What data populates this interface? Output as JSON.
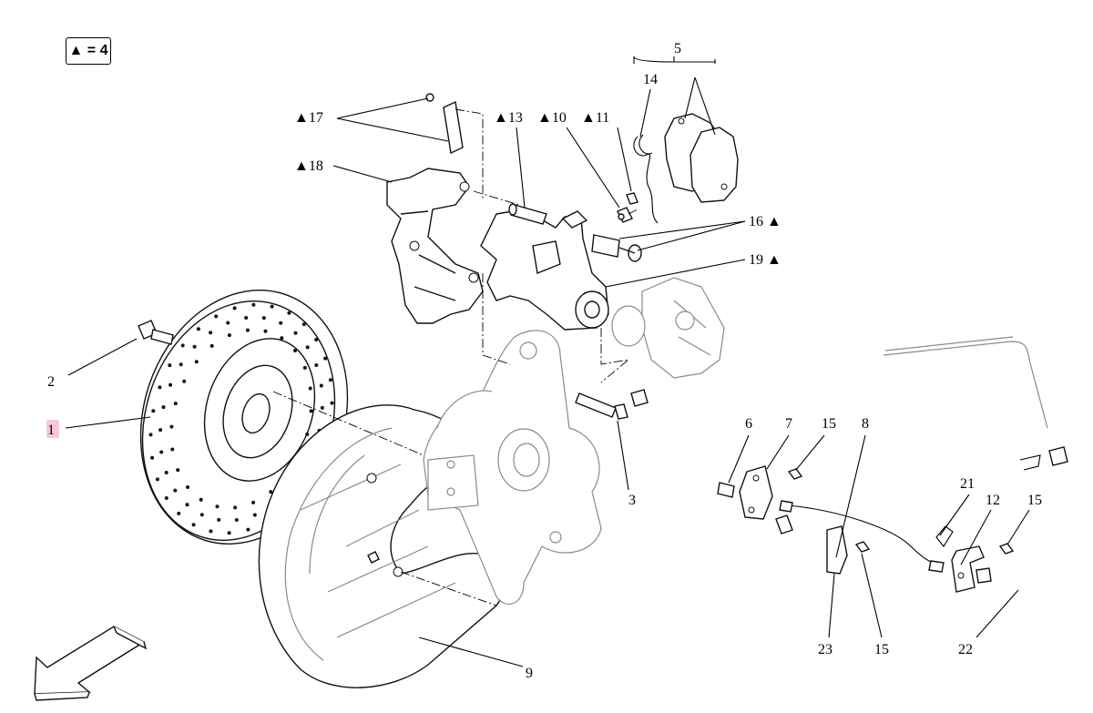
{
  "legend": {
    "text": "▲ = 4"
  },
  "callouts": [
    {
      "id": "c1",
      "text": "1"
    },
    {
      "id": "c2",
      "text": "2"
    },
    {
      "id": "c3",
      "text": "3"
    },
    {
      "id": "c5",
      "text": "5"
    },
    {
      "id": "c6",
      "text": "6"
    },
    {
      "id": "c7",
      "text": "7"
    },
    {
      "id": "c8",
      "text": "8"
    },
    {
      "id": "c9",
      "text": "9"
    },
    {
      "id": "c10",
      "text": "▲10"
    },
    {
      "id": "c11",
      "text": "▲11"
    },
    {
      "id": "c12",
      "text": "12"
    },
    {
      "id": "c13",
      "text": "▲13"
    },
    {
      "id": "c14",
      "text": "14"
    },
    {
      "id": "c15a",
      "text": "15"
    },
    {
      "id": "c15b",
      "text": "15"
    },
    {
      "id": "c15c",
      "text": "15"
    },
    {
      "id": "c16",
      "text": "16 ▲"
    },
    {
      "id": "c17",
      "text": "▲17"
    },
    {
      "id": "c18",
      "text": "▲18"
    },
    {
      "id": "c19",
      "text": "19 ▲"
    },
    {
      "id": "c21",
      "text": "21"
    },
    {
      "id": "c22",
      "text": "22"
    },
    {
      "id": "c23",
      "text": "23"
    }
  ],
  "icons": {
    "direction_arrow": "front-direction-arrow-icon"
  }
}
